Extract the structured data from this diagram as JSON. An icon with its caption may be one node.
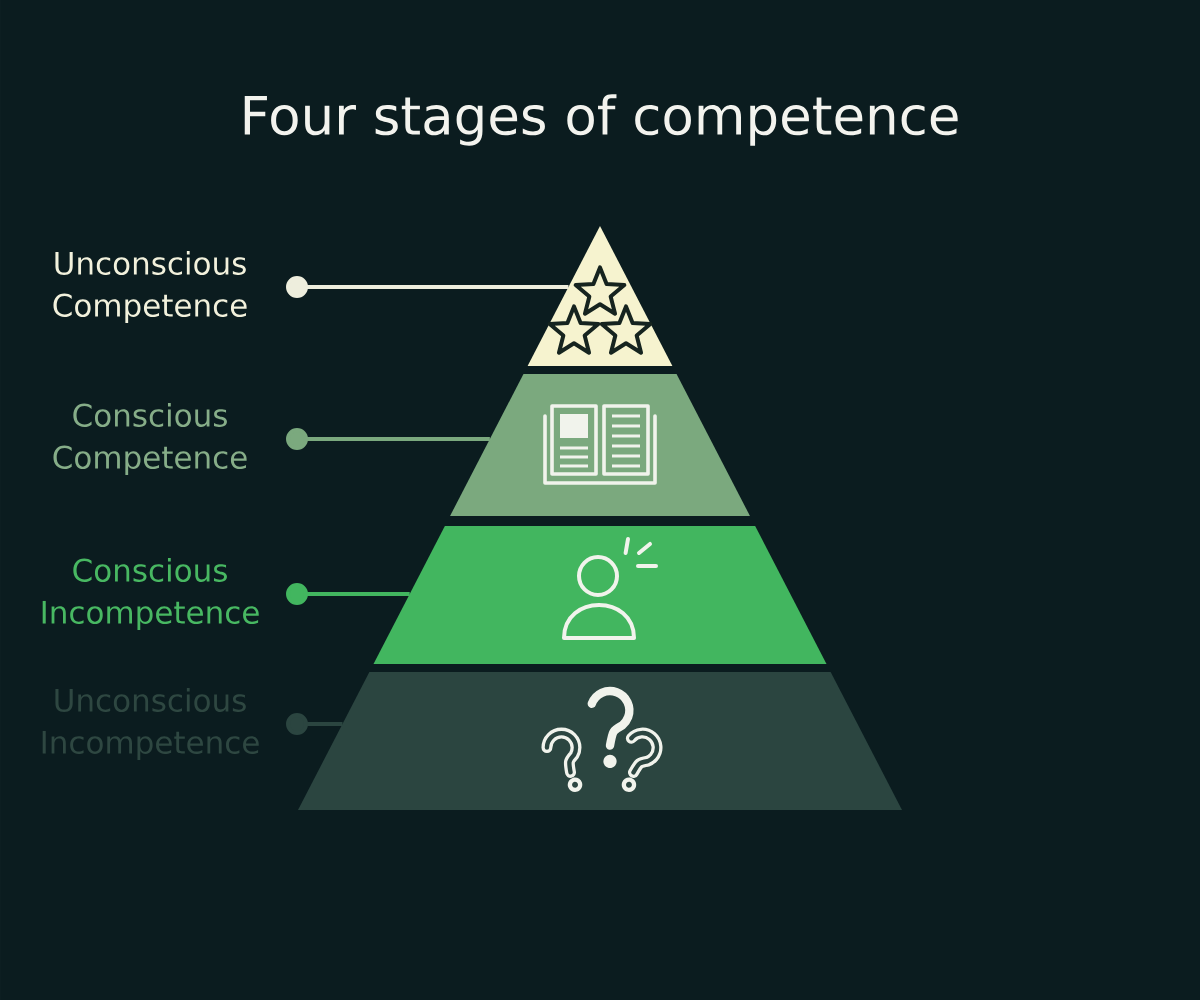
{
  "diagram": {
    "title": "Four stages of competence",
    "nodes": [
      {
        "text": [
          "Unconscious Competence"
        ]
      },
      {
        "text": [],
        "shape": "triangle"
      },
      {
        "text": [
          "Conscious Competence"
        ]
      },
      {
        "text": [],
        "shape": "trapezoid"
      },
      {
        "text": [
          "Conscious Incompetence"
        ]
      },
      {
        "text": [],
        "shape": "trapezoid"
      },
      {
        "text": [
          "Unconscious Incompetence"
        ]
      },
      {
        "text": [],
        "shape": "trapezoid"
      }
    ],
    "edges": [
      {
        "from": 0,
        "to": 1,
        "arrow": "other",
        "color": "#eeeedd"
      },
      {
        "from": 2,
        "to": 3,
        "arrow": "other",
        "color": "#7ba97e"
      },
      {
        "from": 4,
        "to": 5,
        "arrow": "other",
        "color": "#42b65f"
      },
      {
        "from": 6,
        "to": 7,
        "arrow": "other",
        "color": "#2b4540"
      }
    ]
  }
}
